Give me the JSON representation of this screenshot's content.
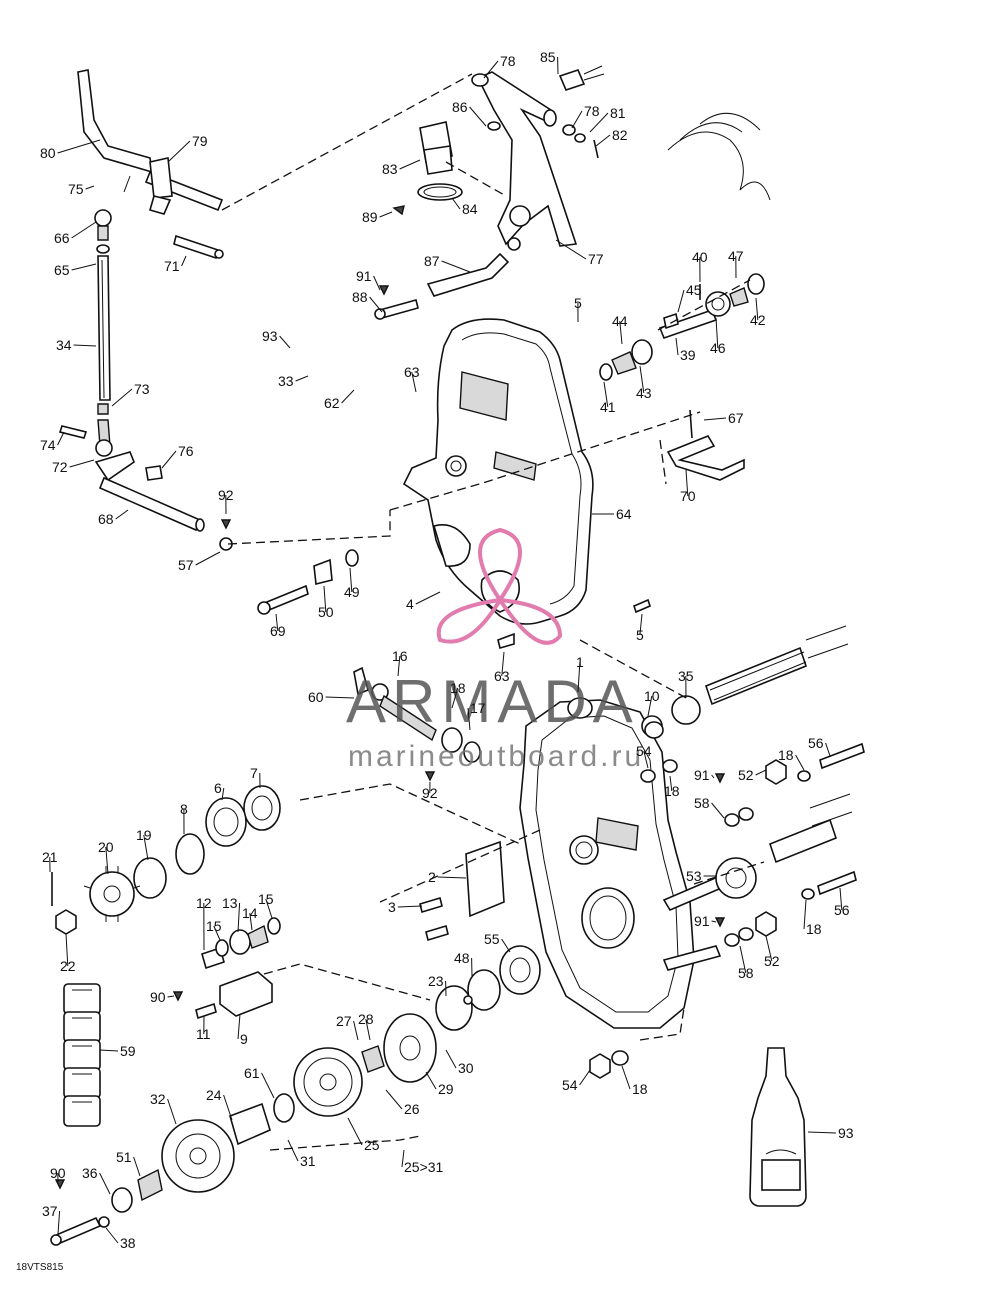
{
  "diagram_code": "18VTS815",
  "watermark": {
    "brand": "ARMADA",
    "subtitle": "marineoutboard.ru",
    "color": "#e27cae"
  },
  "labels": [
    {
      "id": "80",
      "text": "80"
    },
    {
      "id": "79",
      "text": "79"
    },
    {
      "id": "75",
      "text": "75"
    },
    {
      "id": "66",
      "text": "66"
    },
    {
      "id": "71",
      "text": "71"
    },
    {
      "id": "65",
      "text": "65"
    },
    {
      "id": "34",
      "text": "34"
    },
    {
      "id": "73",
      "text": "73"
    },
    {
      "id": "74",
      "text": "74"
    },
    {
      "id": "72",
      "text": "72"
    },
    {
      "id": "76",
      "text": "76"
    },
    {
      "id": "68",
      "text": "68"
    },
    {
      "id": "92a",
      "text": "92"
    },
    {
      "id": "57",
      "text": "57"
    },
    {
      "id": "78a",
      "text": "78"
    },
    {
      "id": "85",
      "text": "85"
    },
    {
      "id": "86",
      "text": "86"
    },
    {
      "id": "78b",
      "text": "78"
    },
    {
      "id": "81",
      "text": "81"
    },
    {
      "id": "82",
      "text": "82"
    },
    {
      "id": "83",
      "text": "83"
    },
    {
      "id": "89",
      "text": "89"
    },
    {
      "id": "84",
      "text": "84"
    },
    {
      "id": "77",
      "text": "77"
    },
    {
      "id": "91a",
      "text": "91"
    },
    {
      "id": "87",
      "text": "87"
    },
    {
      "id": "88",
      "text": "88"
    },
    {
      "id": "93a",
      "text": "93"
    },
    {
      "id": "33",
      "text": "33"
    },
    {
      "id": "62",
      "text": "62"
    },
    {
      "id": "63a",
      "text": "63"
    },
    {
      "id": "5a",
      "text": "5"
    },
    {
      "id": "44",
      "text": "44"
    },
    {
      "id": "45",
      "text": "45"
    },
    {
      "id": "40",
      "text": "40"
    },
    {
      "id": "47",
      "text": "47"
    },
    {
      "id": "42",
      "text": "42"
    },
    {
      "id": "39",
      "text": "39"
    },
    {
      "id": "46",
      "text": "46"
    },
    {
      "id": "41",
      "text": "41"
    },
    {
      "id": "43",
      "text": "43"
    },
    {
      "id": "67",
      "text": "67"
    },
    {
      "id": "70",
      "text": "70"
    },
    {
      "id": "64",
      "text": "64"
    },
    {
      "id": "69",
      "text": "69"
    },
    {
      "id": "50",
      "text": "50"
    },
    {
      "id": "49",
      "text": "49"
    },
    {
      "id": "4",
      "text": "4"
    },
    {
      "id": "5b",
      "text": "5"
    },
    {
      "id": "63b",
      "text": "63"
    },
    {
      "id": "16",
      "text": "16"
    },
    {
      "id": "60",
      "text": "60"
    },
    {
      "id": "18a",
      "text": "18"
    },
    {
      "id": "17",
      "text": "17"
    },
    {
      "id": "92b",
      "text": "92"
    },
    {
      "id": "1",
      "text": "1"
    },
    {
      "id": "10",
      "text": "10"
    },
    {
      "id": "35",
      "text": "35"
    },
    {
      "id": "54a",
      "text": "54"
    },
    {
      "id": "18b",
      "text": "18"
    },
    {
      "id": "18c",
      "text": "18"
    },
    {
      "id": "56a",
      "text": "56"
    },
    {
      "id": "91b",
      "text": "91"
    },
    {
      "id": "52a",
      "text": "52"
    },
    {
      "id": "58a",
      "text": "58"
    },
    {
      "id": "7",
      "text": "7"
    },
    {
      "id": "6",
      "text": "6"
    },
    {
      "id": "8",
      "text": "8"
    },
    {
      "id": "19",
      "text": "19"
    },
    {
      "id": "20",
      "text": "20"
    },
    {
      "id": "21",
      "text": "21"
    },
    {
      "id": "22",
      "text": "22"
    },
    {
      "id": "2",
      "text": "2"
    },
    {
      "id": "3",
      "text": "3"
    },
    {
      "id": "12",
      "text": "12"
    },
    {
      "id": "15a",
      "text": "15"
    },
    {
      "id": "13",
      "text": "13"
    },
    {
      "id": "14",
      "text": "14"
    },
    {
      "id": "15b",
      "text": "15"
    },
    {
      "id": "53",
      "text": "53"
    },
    {
      "id": "91c",
      "text": "91"
    },
    {
      "id": "18d",
      "text": "18"
    },
    {
      "id": "56b",
      "text": "56"
    },
    {
      "id": "52b",
      "text": "52"
    },
    {
      "id": "58b",
      "text": "58"
    },
    {
      "id": "90a",
      "text": "90"
    },
    {
      "id": "11",
      "text": "11"
    },
    {
      "id": "9",
      "text": "9"
    },
    {
      "id": "48",
      "text": "48"
    },
    {
      "id": "55",
      "text": "55"
    },
    {
      "id": "23",
      "text": "23"
    },
    {
      "id": "27",
      "text": "27"
    },
    {
      "id": "28",
      "text": "28"
    },
    {
      "id": "30",
      "text": "30"
    },
    {
      "id": "29",
      "text": "29"
    },
    {
      "id": "26",
      "text": "26"
    },
    {
      "id": "59",
      "text": "59"
    },
    {
      "id": "61",
      "text": "61"
    },
    {
      "id": "24",
      "text": "24"
    },
    {
      "id": "32",
      "text": "32"
    },
    {
      "id": "25",
      "text": "25"
    },
    {
      "id": "31",
      "text": "31"
    },
    {
      "id": "25-31",
      "text": "25>31"
    },
    {
      "id": "54b",
      "text": "54"
    },
    {
      "id": "18e",
      "text": "18"
    },
    {
      "id": "93b",
      "text": "93"
    },
    {
      "id": "90b",
      "text": "90"
    },
    {
      "id": "36",
      "text": "36"
    },
    {
      "id": "51",
      "text": "51"
    },
    {
      "id": "37",
      "text": "37"
    },
    {
      "id": "38",
      "text": "38"
    }
  ]
}
